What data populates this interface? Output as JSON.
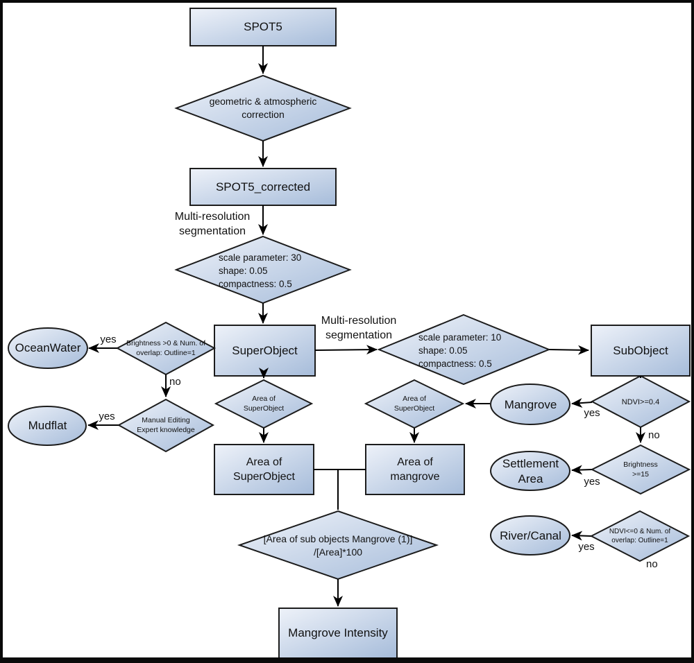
{
  "frame": {
    "background": "#ffffff",
    "border_color": "#0a0a0a"
  },
  "palette": {
    "shape_fill_top_left": "#eef2f9",
    "shape_fill_bottom_right": "#a6bcda",
    "shape_stroke": "#1c1c1c",
    "connector": "#000000",
    "text": "#111111"
  },
  "nodes": {
    "spot5": "SPOT5",
    "geometric_atmospheric_correction": "geometric & atmospheric\ncorrection",
    "spot5_corrected": "SPOT5_corrected",
    "segmentation_params_30": "scale parameter: 30\nshape: 0.05\ncompactness: 0.5",
    "superobject": "SuperObject",
    "segmentation_params_10": "scale parameter: 10\nshape: 0.05\ncompactness: 0.5",
    "subobject": "SubObject",
    "oceanwater": "OceanWater",
    "brightness_overlap_check": "Brightness >0 & Num. of\noverlap: Outline=1",
    "manual_editing": "Manual Editing\nExpert knowledge",
    "mudflat": "Mudflat",
    "area_of_superobject_check_left": "Area of\nSuperObject",
    "area_of_superobject": "Area of\nSuperObject",
    "area_of_superobject_check_right": "Area of\nSuperObject",
    "area_of_mangrove": "Area of\nmangrove",
    "mangrove": "Mangrove",
    "ndvi_ge_check": "NDVI>=0.4",
    "brightness_ge_check": "Brightness\n>=15",
    "settlement_area": "Settlement\nArea",
    "river_canal": "River/Canal",
    "ndvi_le_overlap_check": "NDVI<=0 & Num. of\noverlap: Outline=1",
    "ratio_formula": "[Area of sub objects Mangrove (1)]\n/[Area]*100",
    "mangrove_intensity": "Mangrove Intensity"
  },
  "labels": {
    "multires_seg_1": "Multi-resolution\nsegmentation",
    "multires_seg_2": "Multi-resolution\nsegmentation",
    "yes_oceanwater": "yes",
    "no_to_manual_editing": "no",
    "yes_mudflat": "yes",
    "yes_mangrove": "yes",
    "no_to_brightness": "no",
    "yes_settlement": "yes",
    "yes_river_canal": "yes",
    "no_river_canal": "no"
  },
  "edges": [
    {
      "from": "spot5",
      "to": "geometric_atmospheric_correction",
      "arrow": true
    },
    {
      "from": "geometric_atmospheric_correction",
      "to": "spot5_corrected",
      "arrow": true
    },
    {
      "from": "spot5_corrected",
      "to": "segmentation_params_30",
      "arrow": true,
      "label_ref": "multires_seg_1"
    },
    {
      "from": "segmentation_params_30",
      "to": "superobject",
      "arrow": true
    },
    {
      "from": "superobject",
      "to": "segmentation_params_10",
      "arrow": true,
      "label_ref": "multires_seg_2"
    },
    {
      "from": "segmentation_params_10",
      "to": "subobject",
      "arrow": true
    },
    {
      "from": "superobject",
      "to": "brightness_overlap_check",
      "arrow": false
    },
    {
      "from": "brightness_overlap_check",
      "to": "oceanwater",
      "arrow": true,
      "label_ref": "yes_oceanwater"
    },
    {
      "from": "brightness_overlap_check",
      "to": "manual_editing",
      "arrow": true,
      "label_ref": "no_to_manual_editing"
    },
    {
      "from": "manual_editing",
      "to": "mudflat",
      "arrow": true,
      "label_ref": "yes_mudflat"
    },
    {
      "from": "superobject",
      "to": "area_of_superobject_check_left",
      "arrow": true
    },
    {
      "from": "area_of_superobject_check_left",
      "to": "area_of_superobject",
      "arrow": true
    },
    {
      "from": "subobject",
      "to": "ndvi_ge_check",
      "arrow": false
    },
    {
      "from": "ndvi_ge_check",
      "to": "mangrove",
      "arrow": true,
      "label_ref": "yes_mangrove"
    },
    {
      "from": "ndvi_ge_check",
      "to": "brightness_ge_check",
      "arrow": true,
      "label_ref": "no_to_brightness"
    },
    {
      "from": "brightness_ge_check",
      "to": "settlement_area",
      "arrow": true,
      "label_ref": "yes_settlement"
    },
    {
      "from": "ndvi_le_overlap_check",
      "to": "river_canal",
      "arrow": true,
      "label_ref": "yes_river_canal"
    },
    {
      "from": "ndvi_le_overlap_check",
      "to": null,
      "arrow": false,
      "label_ref": "no_river_canal"
    },
    {
      "from": "mangrove",
      "to": "area_of_superobject_check_right",
      "arrow": true
    },
    {
      "from": "area_of_superobject_check_right",
      "to": "area_of_mangrove",
      "arrow": true
    },
    {
      "from": "area_of_superobject",
      "to": "ratio_formula",
      "arrow": false
    },
    {
      "from": "area_of_mangrove",
      "to": "ratio_formula",
      "arrow": false
    },
    {
      "from": "ratio_formula",
      "to": "mangrove_intensity",
      "arrow": true
    }
  ]
}
